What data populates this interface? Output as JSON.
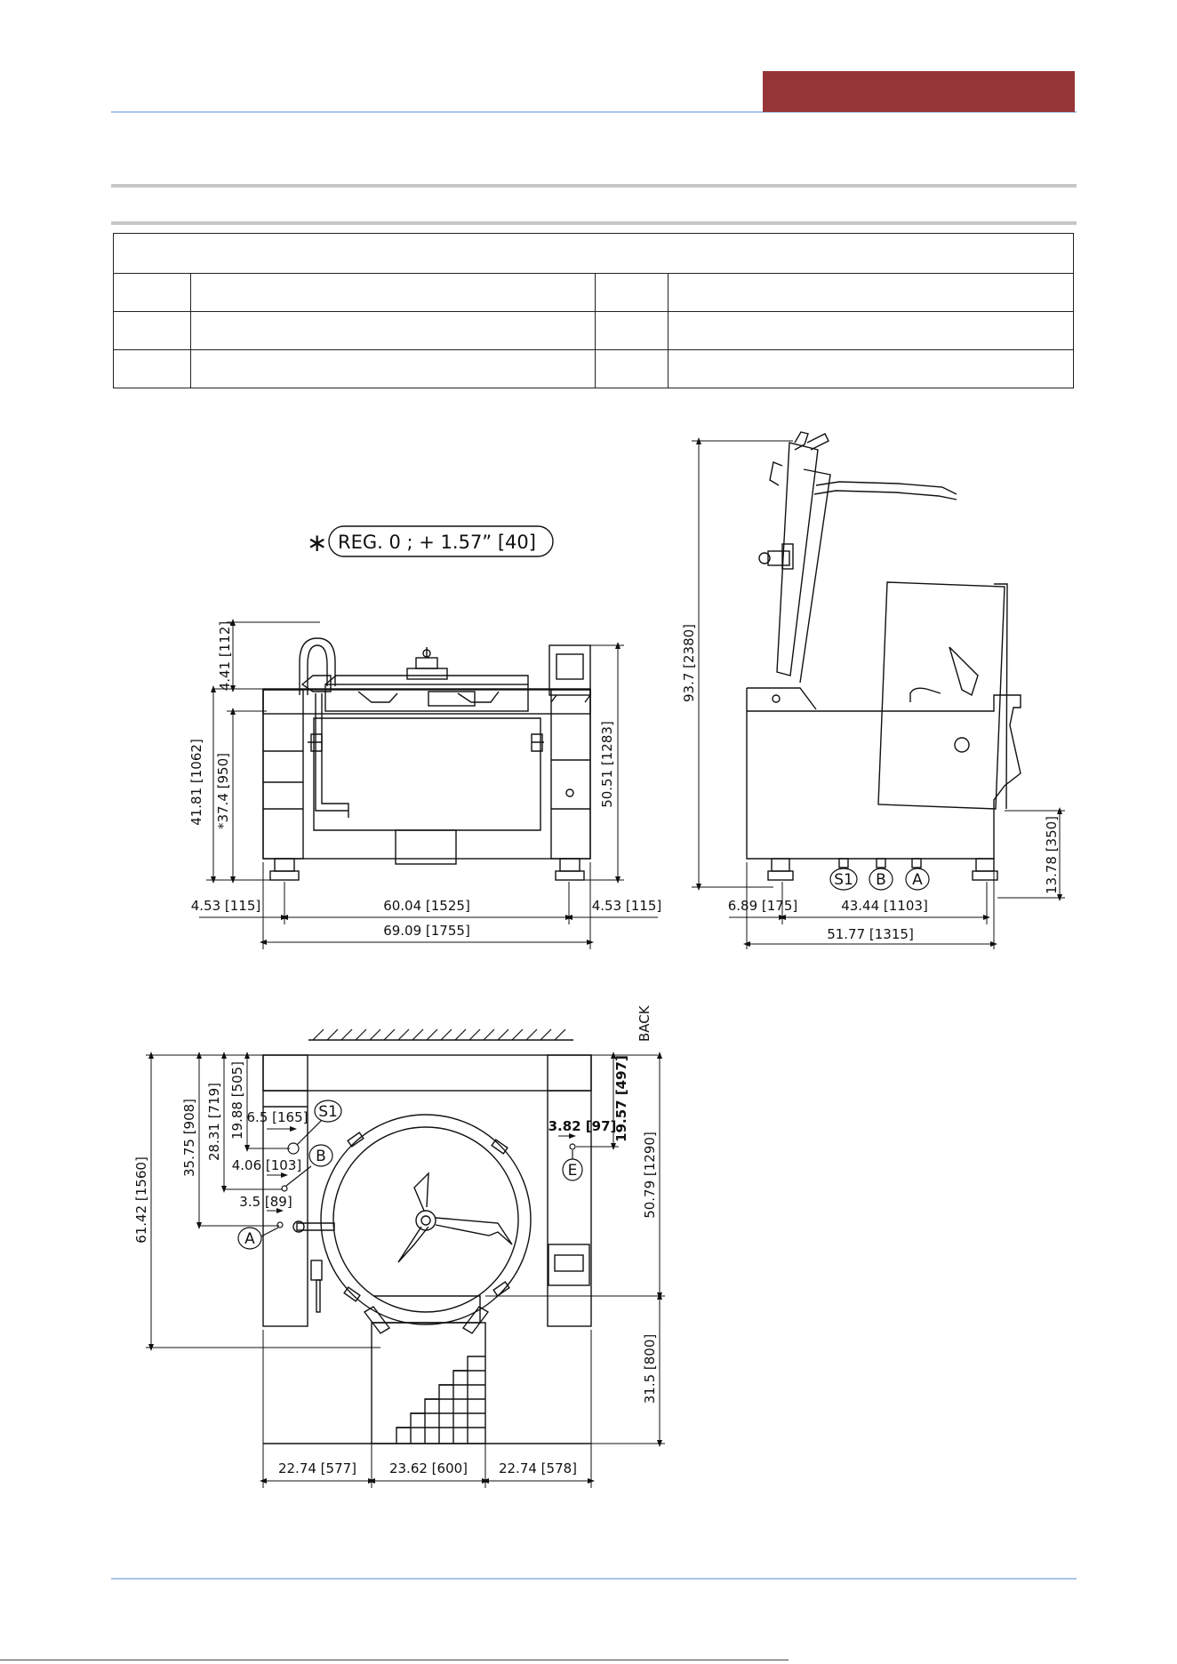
{
  "header": {
    "accent": "#963537",
    "rule": "#a9c4ea",
    "divider": "#c7c7c7"
  },
  "spec_table": {
    "title": "",
    "rows": [
      [
        "",
        "",
        "",
        ""
      ],
      [
        "",
        "",
        "",
        ""
      ],
      [
        "",
        "",
        "",
        ""
      ]
    ]
  },
  "front_view": {
    "regulation_note": "REG. 0 ; + 1.57” [40]",
    "asterisk": "∗",
    "dims": {
      "top_handle": "4.41 [112]",
      "total_height": "41.81 [1062]",
      "work_height": "*37.4 [950]",
      "panel_height": "50.51 [1283]",
      "left_leg": "4.53 [115]",
      "leg_span": "60.04 [1525]",
      "right_leg": "4.53 [115]",
      "overall_width": "69.09 [1755]"
    }
  },
  "side_view": {
    "dims": {
      "overall_height": "93.7 [2380]",
      "outlet_height": "13.78 [350]",
      "front_leg": "6.89 [175]",
      "leg_span": "43.44 [1103]",
      "overall_depth": "51.77 [1315]"
    },
    "connections": [
      "S1",
      "B",
      "A"
    ]
  },
  "plan_view": {
    "back_label": "BACK",
    "dims": {
      "total_depth": "61.42 [1560]",
      "a_from_back": "35.75 [908]",
      "b_from_back": "28.31 [719]",
      "s1_from_back": "19.88 [505]",
      "s1_from_side": "6.5 [165]",
      "b_from_side": "4.06 [103]",
      "a_from_side": "3.5 [89]",
      "e_from_back": "19.57 [497]",
      "e_from_side": "3.82 [97]",
      "clearance_depth": "50.79 [1290]",
      "front_clearance": "31.5 [800]",
      "left_bay": "22.74 [577]",
      "center_bay": "23.62 [600]",
      "right_bay": "22.74 [578]"
    },
    "connections": {
      "s1": "S1",
      "b": "B",
      "a": "A",
      "e": "E"
    }
  }
}
